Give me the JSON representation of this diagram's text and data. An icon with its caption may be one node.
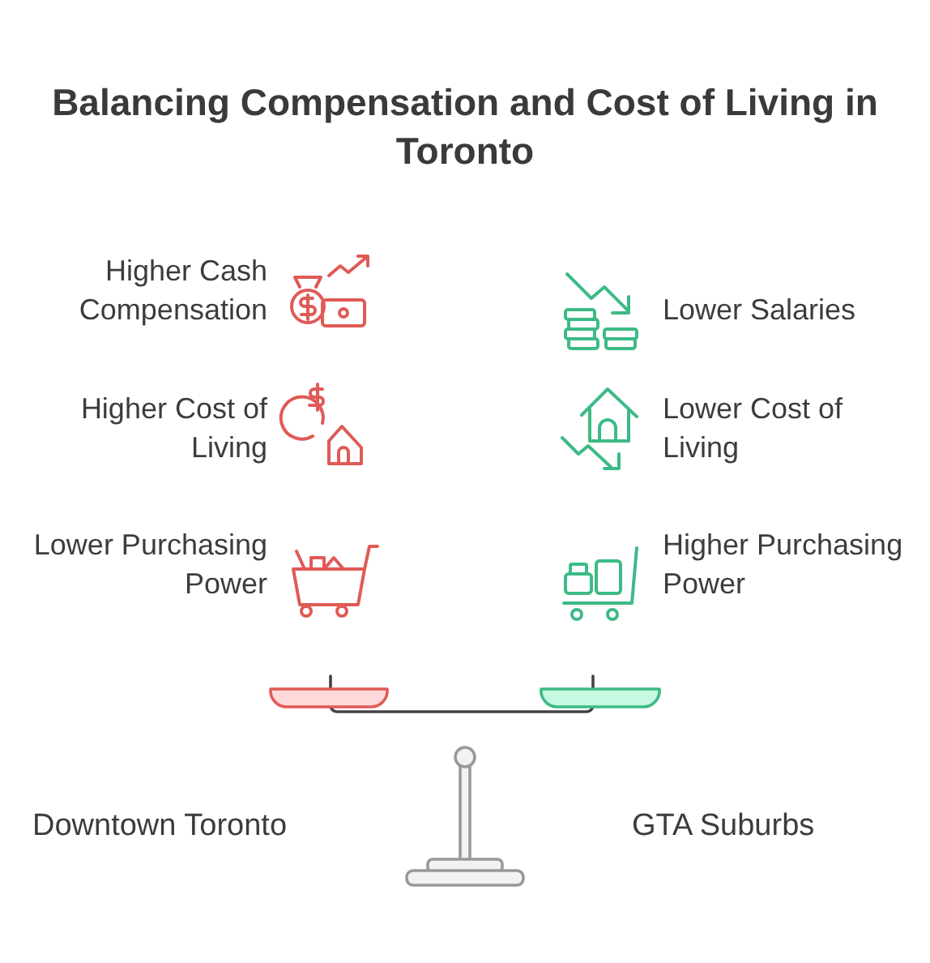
{
  "diagram": {
    "title": "Balancing Compensation and Cost of Living in Toronto",
    "labels": [
      "Higher Cash Compensation",
      "Lower Salaries",
      "Higher Cost of Living",
      "Lower Cost of Living",
      "Lower Purchasing Power",
      "Higher Purchasing Power",
      "Downtown Toronto",
      "GTA Suburbs"
    ]
  }
}
